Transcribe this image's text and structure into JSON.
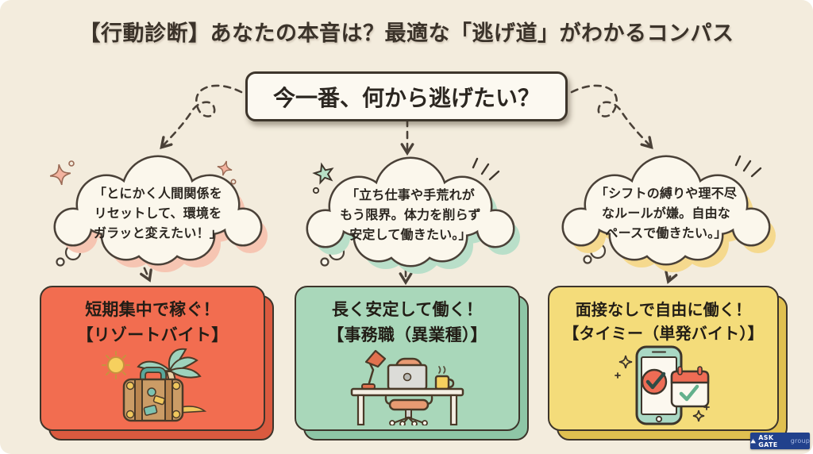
{
  "title": "【行動診断】あなたの本音は？最適な「逃げ道」がわかるコンパス",
  "question": {
    "label": "今一番、何から逃げたい？"
  },
  "branches": [
    {
      "name": "resort-baito",
      "bubble": {
        "line1": "「とにかく人間関係を",
        "line2": "リセットして、環境を",
        "line3": "ガラッと変えたい！」"
      },
      "card": {
        "line1": "短期集中で稼ぐ！",
        "line2": "【リゾートバイト】",
        "color": "#f26d50",
        "shadow_color": "#da5a3f",
        "bubble_shadow_color": "#f6c5b2",
        "illustration": "suitcase-palm-sun"
      }
    },
    {
      "name": "jimushoku",
      "bubble": {
        "line1": "「立ち仕事や手荒れが",
        "line2": "もう限界。体力を削らず",
        "line3": "安定して働きたい。」"
      },
      "card": {
        "line1": "長く安定して働く！",
        "line2": "【事務職（異業種）】",
        "color": "#a9d7ba",
        "shadow_color": "#8ec6a6",
        "bubble_shadow_color": "#b9dfc9",
        "illustration": "desk-laptop-chair"
      }
    },
    {
      "name": "timee",
      "bubble": {
        "line1": "「シフトの縛りや理不尽",
        "line2": "なルールが嫌。自由な",
        "line3": "ペースで働きたい。」"
      },
      "card": {
        "line1": "面接なしで自由に働く！",
        "line2": "【タイミー（単発バイト）】",
        "color": "#f4dc7a",
        "shadow_color": "#e0c050",
        "bubble_shadow_color": "#f5d98e",
        "illustration": "smartphone-calendar-check"
      }
    }
  ],
  "logo": {
    "brand": "ASK GATE",
    "suffix": "group",
    "bg_color": "#21418c"
  },
  "colors": {
    "background": "#f3ecdd",
    "ink": "#3d352b",
    "bubble_fill": "#fbf7ec",
    "arrow": "#4a4138"
  },
  "decorations": [
    "sparkle-icon",
    "star-icon",
    "speed-lines-icon",
    "thought-bubble-trail",
    "dashed-arrow"
  ]
}
